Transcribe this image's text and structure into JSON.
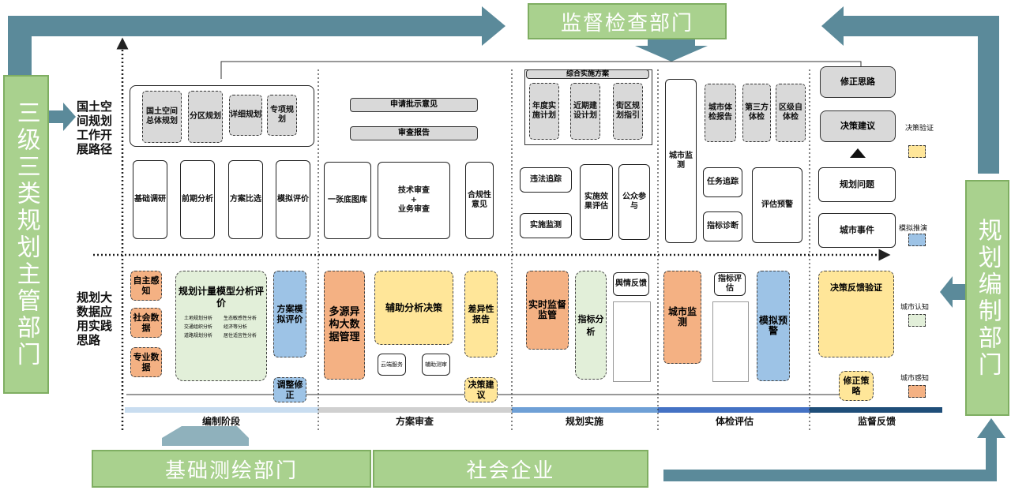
{
  "top_dept": "监督检查部门",
  "left_dept": "三级三类规划主管部门",
  "right_dept": "规划编制部门",
  "bottom_left_dept": "基础测绘部门",
  "bottom_mid_dept": "社会企业",
  "row1_label": "国土空间规划工作开展路径",
  "row2_label": "规划大数据应用实践思路",
  "plan_types": [
    "国土空间总体规划",
    "分区规划",
    "详细规划",
    "专项规划"
  ],
  "steps": [
    "基础调研",
    "前期分析",
    "方案比选",
    "模拟评价"
  ],
  "review": {
    "apply": "申请批示意见",
    "report": "审查报告",
    "map": "一张底图库",
    "tech": "技术审查",
    "plus": "+",
    "biz": "业务审查",
    "compliance": "合规性意见"
  },
  "impl": {
    "header": "综合实施方案",
    "items": [
      "年度实施计划",
      "近期建设计划",
      "街区规划指引"
    ],
    "trace": "违法追踪",
    "monitor": "实施监测",
    "effect": "实施效果评估",
    "public": "公众参与"
  },
  "eval": {
    "city_monitor": "城市监测",
    "reports": [
      "城市体检报告",
      "第三方体检",
      "区级自体检"
    ],
    "task": "任务追踪",
    "diag": "指标诊断",
    "warn": "评估预警"
  },
  "feedback": {
    "fix": "修正思路",
    "suggest": "决策建议",
    "problem": "规划问题",
    "event": "城市事件"
  },
  "bottom": {
    "self": "自主感知",
    "social": "社会数据",
    "pro": "专业数据",
    "model": "规划计量模型分析评价",
    "model_items": [
      "土地规划分析",
      "交通组织分析",
      "道路规划分析",
      "生态敏感性分析",
      "经济等分析",
      "居住适宜性分析"
    ],
    "sim": "方案模拟评价",
    "adjust": "调整修正",
    "multi": "多源异构大数据管理",
    "assist": "辅助分析决策",
    "cloud": "云端服务",
    "assist_tool": "辅助测审",
    "diff": "差异性报告",
    "decide": "决策建议",
    "realtime": "实时监督监管",
    "index": "指标分析",
    "opinion": "舆情反馈",
    "city": "城市监测",
    "index_eval": "指标评估",
    "sim_warn": "模拟预警",
    "verify": "决策反馈验证",
    "fix_route": "修正策略"
  },
  "phases": [
    "编制阶段",
    "方案审查",
    "规划实施",
    "体检评估",
    "监督反馈"
  ],
  "legend": [
    "决策验证",
    "模拟推演",
    "城市认知",
    "城市感知"
  ],
  "colors": {
    "green": "#a9d18e",
    "arrow": "#5b8a9a",
    "orange": "#f4b183",
    "yellow": "#ffe699",
    "blue": "#9dc3e6",
    "lgreen": "#e2efd9"
  }
}
